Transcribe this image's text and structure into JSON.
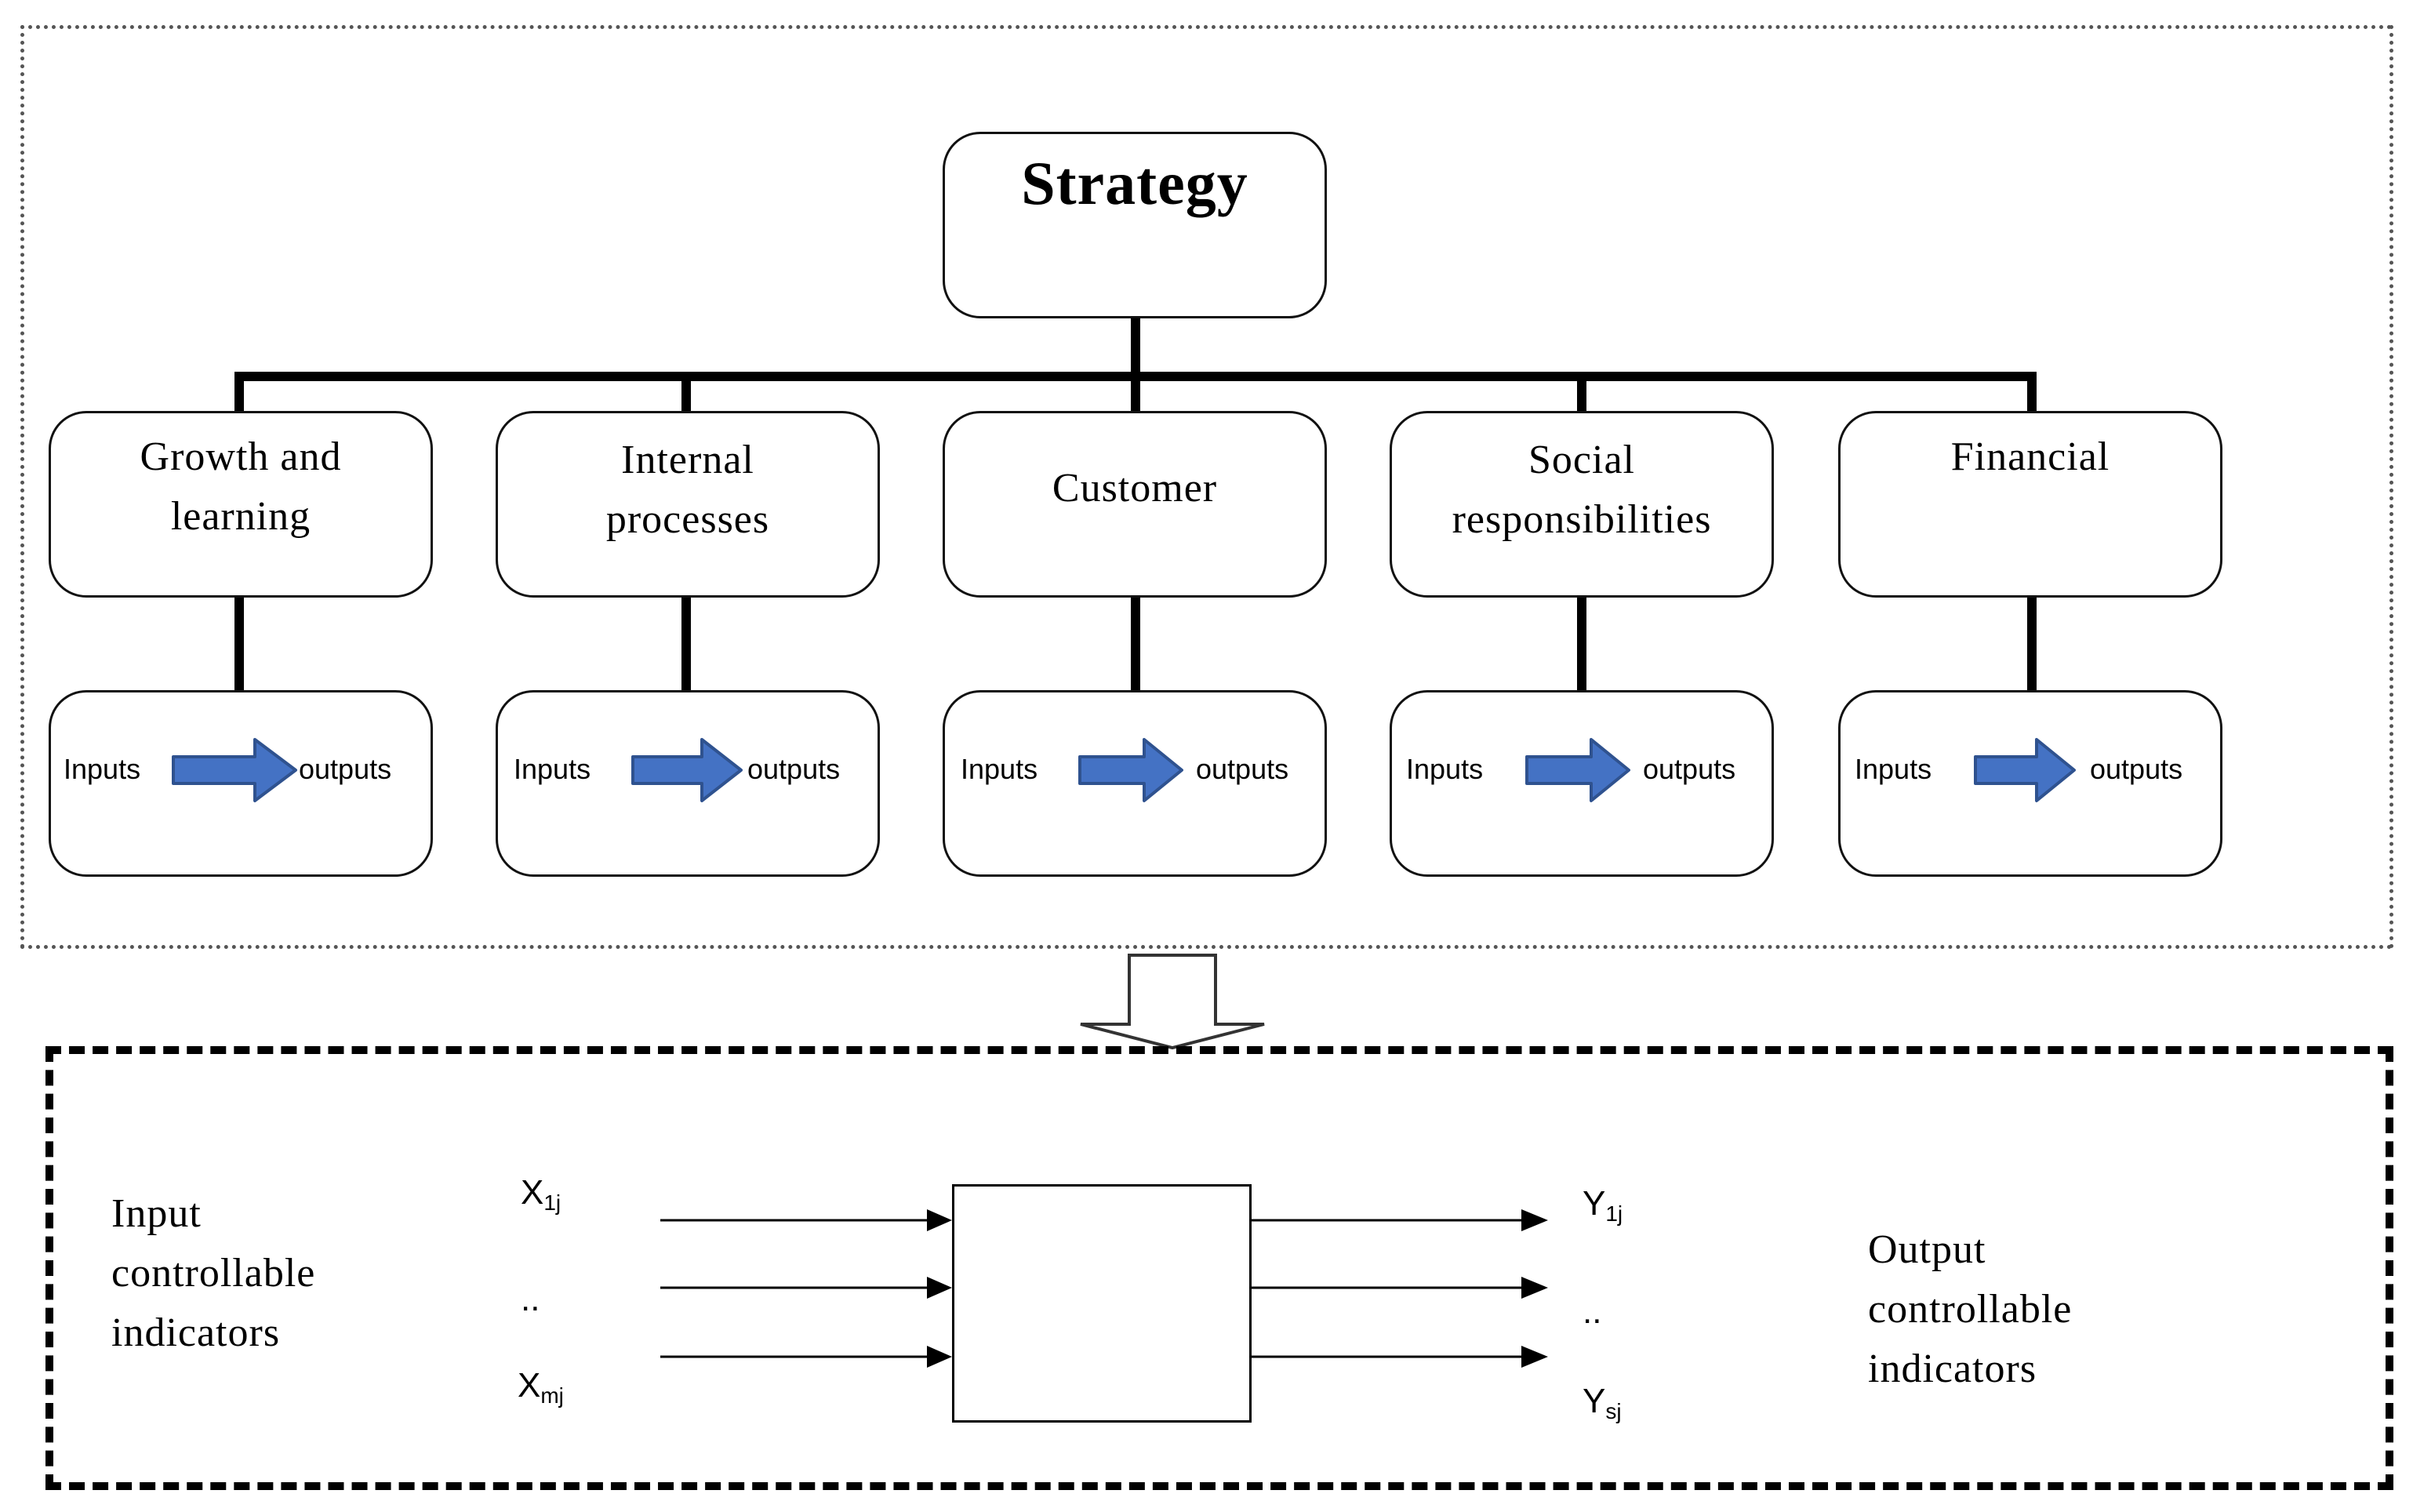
{
  "strategy": {
    "label": "Strategy"
  },
  "perspectives": [
    {
      "lines": [
        "Growth and",
        "learning"
      ]
    },
    {
      "lines": [
        "Internal",
        "processes"
      ]
    },
    {
      "lines": [
        "Customer"
      ]
    },
    {
      "lines": [
        "Social",
        "responsibilities"
      ]
    },
    {
      "lines": [
        "Financial"
      ]
    }
  ],
  "io": {
    "inputs_label": "Inputs",
    "outputs_label": "outputs"
  },
  "bottom": {
    "input_text": [
      "Input",
      "controllable",
      "indicators"
    ],
    "output_text": [
      "Output",
      "controllable",
      "indicators"
    ],
    "inputs": [
      {
        "base": "X",
        "sub": "1j"
      },
      {
        "base": "..",
        "sub": ""
      },
      {
        "base": "X",
        "sub": "mj"
      }
    ],
    "outputs": [
      {
        "base": "Y",
        "sub": "1j"
      },
      {
        "base": "..",
        "sub": ""
      },
      {
        "base": "Y",
        "sub": "sj"
      }
    ]
  },
  "colors": {
    "arrow_fill": "#4472c4",
    "arrow_stroke": "#2f528f",
    "line": "#000000",
    "frame_dotted": "#555555"
  }
}
